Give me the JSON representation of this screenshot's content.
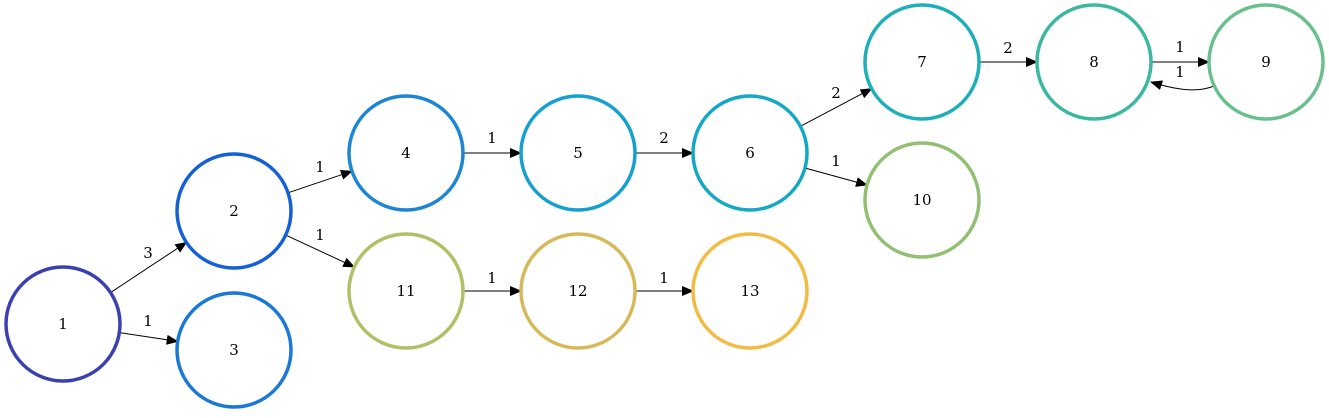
{
  "graph": {
    "nodes": [
      {
        "id": "1",
        "label": "1",
        "color": "#3b40b0"
      },
      {
        "id": "2",
        "label": "2",
        "color": "#1460d4"
      },
      {
        "id": "3",
        "label": "3",
        "color": "#1a78d6"
      },
      {
        "id": "4",
        "label": "4",
        "color": "#1c86d4"
      },
      {
        "id": "5",
        "label": "5",
        "color": "#15a0d0"
      },
      {
        "id": "6",
        "label": "6",
        "color": "#14a8c6"
      },
      {
        "id": "7",
        "label": "7",
        "color": "#1db0b8"
      },
      {
        "id": "8",
        "label": "8",
        "color": "#3bb8a0"
      },
      {
        "id": "9",
        "label": "9",
        "color": "#6ac08c"
      },
      {
        "id": "10",
        "label": "10",
        "color": "#93bf72"
      },
      {
        "id": "11",
        "label": "11",
        "color": "#b2bf66"
      },
      {
        "id": "12",
        "label": "12",
        "color": "#d6ba5a"
      },
      {
        "id": "13",
        "label": "13",
        "color": "#f2bc44"
      }
    ],
    "edges": [
      {
        "from": "1",
        "to": "2",
        "label": "3"
      },
      {
        "from": "1",
        "to": "3",
        "label": "1"
      },
      {
        "from": "2",
        "to": "4",
        "label": "1"
      },
      {
        "from": "2",
        "to": "11",
        "label": "1"
      },
      {
        "from": "4",
        "to": "5",
        "label": "1"
      },
      {
        "from": "5",
        "to": "6",
        "label": "2"
      },
      {
        "from": "6",
        "to": "7",
        "label": "2"
      },
      {
        "from": "6",
        "to": "10",
        "label": "1"
      },
      {
        "from": "7",
        "to": "8",
        "label": "2"
      },
      {
        "from": "8",
        "to": "9",
        "label": "1"
      },
      {
        "from": "9",
        "to": "8",
        "label": "1"
      },
      {
        "from": "11",
        "to": "12",
        "label": "1"
      },
      {
        "from": "12",
        "to": "13",
        "label": "1"
      }
    ]
  }
}
